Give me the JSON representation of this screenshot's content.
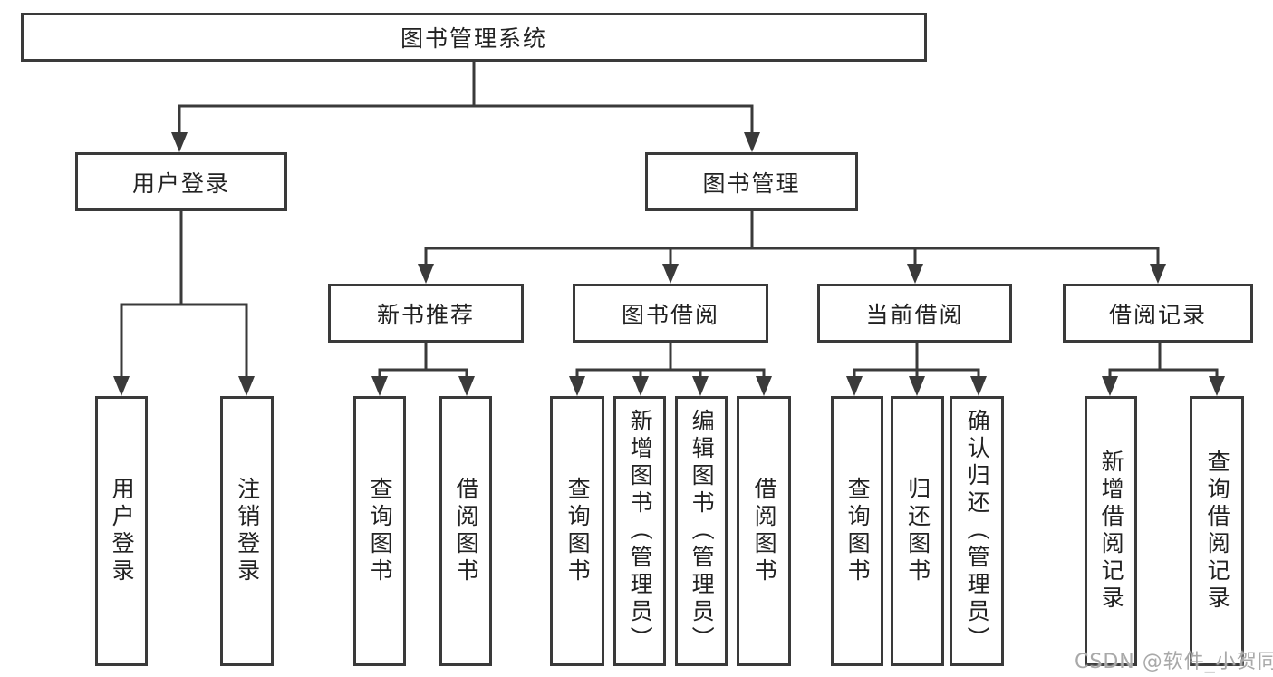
{
  "nodes": {
    "root": {
      "label": "图书管理系统"
    },
    "level2": [
      {
        "label": "用户登录"
      },
      {
        "label": "图书管理"
      }
    ],
    "level3": [
      {
        "label": "新书推荐"
      },
      {
        "label": "图书借阅"
      },
      {
        "label": "当前借阅"
      },
      {
        "label": "借阅记录"
      }
    ],
    "leaves": {
      "user_login": [
        {
          "label": "用户登录"
        },
        {
          "label": "注销登录"
        }
      ],
      "new_book_recommend": [
        {
          "label": "查询图书"
        },
        {
          "label": "借阅图书"
        }
      ],
      "book_borrow": [
        {
          "label": "查询图书"
        },
        {
          "label": "新增图书（管理员）"
        },
        {
          "label": "编辑图书（管理员）"
        },
        {
          "label": "借阅图书"
        }
      ],
      "current_borrow": [
        {
          "label": "查询图书"
        },
        {
          "label": "归还图书"
        },
        {
          "label": "确认归还（管理员）"
        }
      ],
      "borrow_record": [
        {
          "label": "新增借阅记录"
        },
        {
          "label": "查询借阅记录"
        }
      ]
    }
  },
  "watermark": {
    "text": "CSDN @软件_小贺同学"
  },
  "colors": {
    "line": "#3a3a3a",
    "text": "#222222",
    "background": "#ffffff",
    "watermark": "#a9a9a9"
  }
}
